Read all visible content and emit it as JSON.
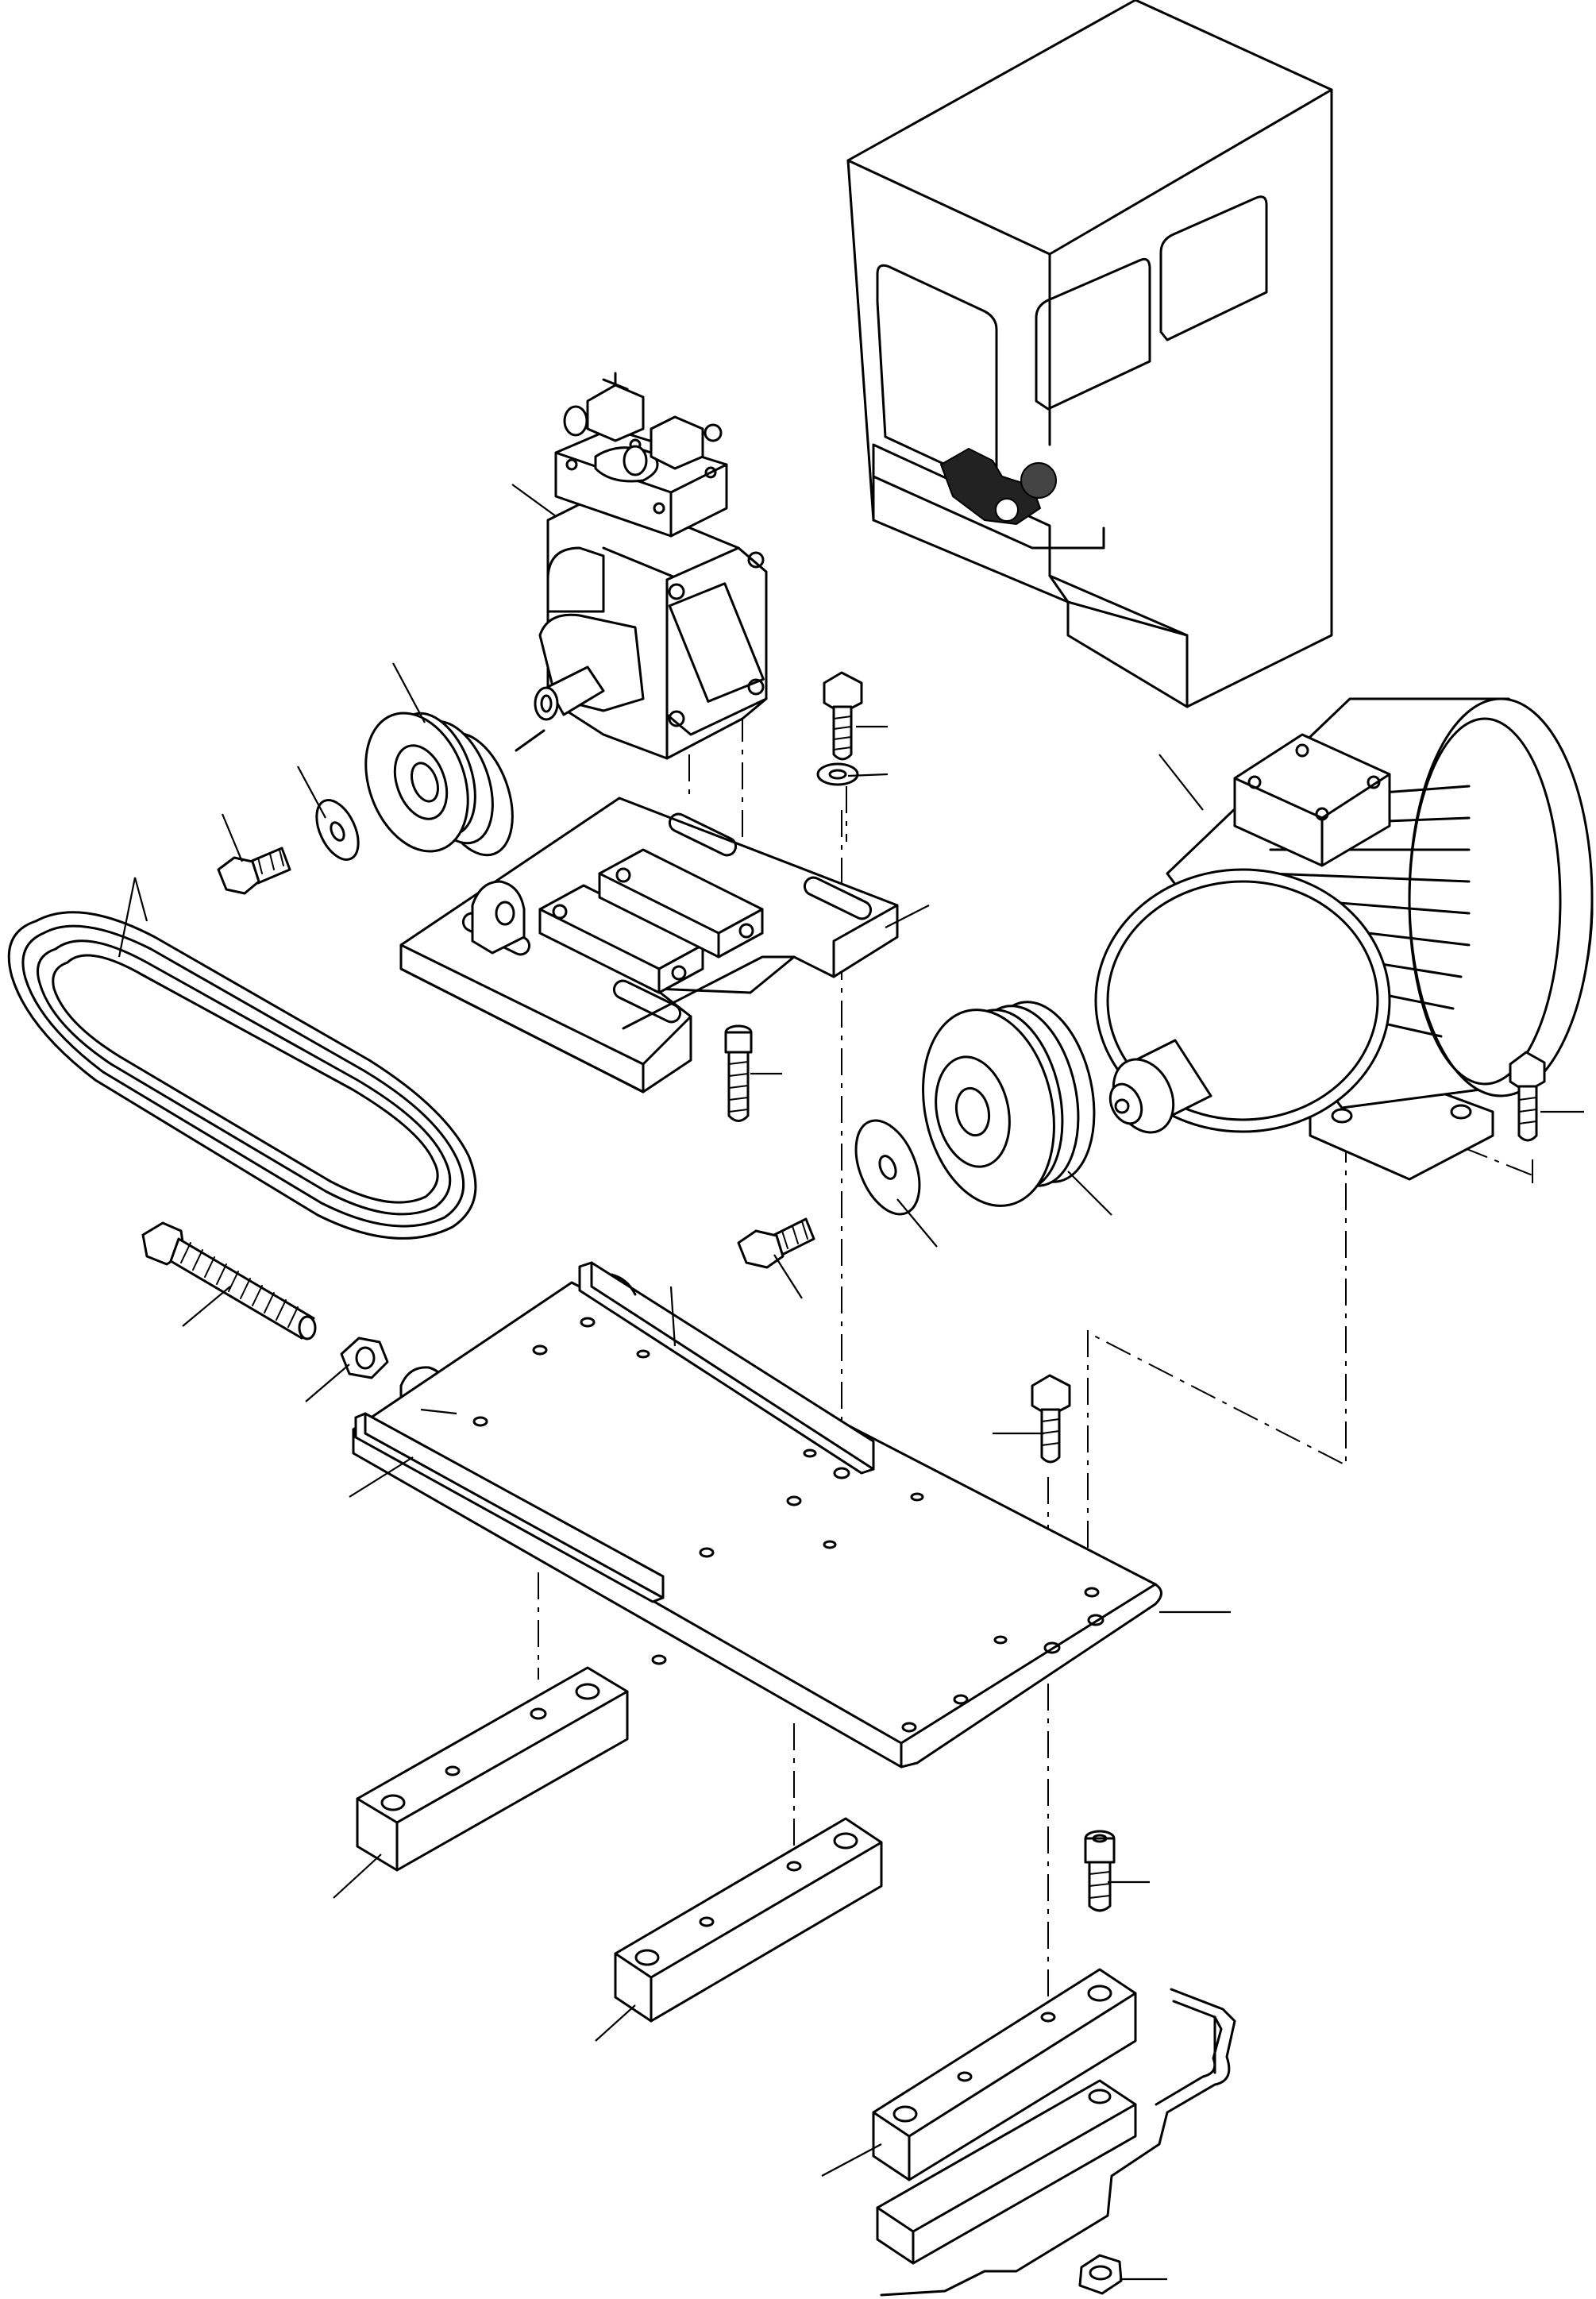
{
  "diagram": {
    "style": "exploded technical line drawing",
    "stroke_color": "#000000",
    "background_color": "#ffffff",
    "parts": [
      {
        "id": "enclosure",
        "icon": "cabinet-outline-icon"
      },
      {
        "id": "compressor",
        "icon": "compressor-icon"
      },
      {
        "id": "compressor-pulley",
        "icon": "pulley-icon"
      },
      {
        "id": "compressor-washer",
        "icon": "washer-icon"
      },
      {
        "id": "compressor-pulley-bolt",
        "icon": "bolt-icon"
      },
      {
        "id": "v-belts",
        "icon": "belt-icon"
      },
      {
        "id": "compressor-bracket",
        "icon": "bracket-icon"
      },
      {
        "id": "bracket-bolt",
        "icon": "bolt-icon"
      },
      {
        "id": "bracket-washer",
        "icon": "washer-icon"
      },
      {
        "id": "bracket-screw",
        "icon": "screw-icon"
      },
      {
        "id": "electric-motor",
        "icon": "motor-icon"
      },
      {
        "id": "motor-bolt",
        "icon": "bolt-icon"
      },
      {
        "id": "motor-pulley",
        "icon": "pulley-icon"
      },
      {
        "id": "motor-washer",
        "icon": "washer-icon"
      },
      {
        "id": "motor-pulley-bolt",
        "icon": "bolt-icon"
      },
      {
        "id": "tension-bolt",
        "icon": "bolt-icon"
      },
      {
        "id": "tension-nut",
        "icon": "nut-icon"
      },
      {
        "id": "tension-lug",
        "icon": "lug-icon"
      },
      {
        "id": "base-plate",
        "icon": "plate-icon"
      },
      {
        "id": "rail-rear",
        "icon": "rail-icon"
      },
      {
        "id": "rail-front",
        "icon": "rail-icon"
      },
      {
        "id": "plate-bolt",
        "icon": "bolt-icon"
      },
      {
        "id": "mount-block-left",
        "icon": "block-icon"
      },
      {
        "id": "mount-block-middle",
        "icon": "block-icon"
      },
      {
        "id": "mount-block-right",
        "icon": "block-icon"
      },
      {
        "id": "block-screw",
        "icon": "screw-icon"
      },
      {
        "id": "lower-bar",
        "icon": "bar-icon"
      },
      {
        "id": "frame-section",
        "icon": "frame-icon"
      },
      {
        "id": "base-nut",
        "icon": "nut-icon"
      }
    ]
  }
}
